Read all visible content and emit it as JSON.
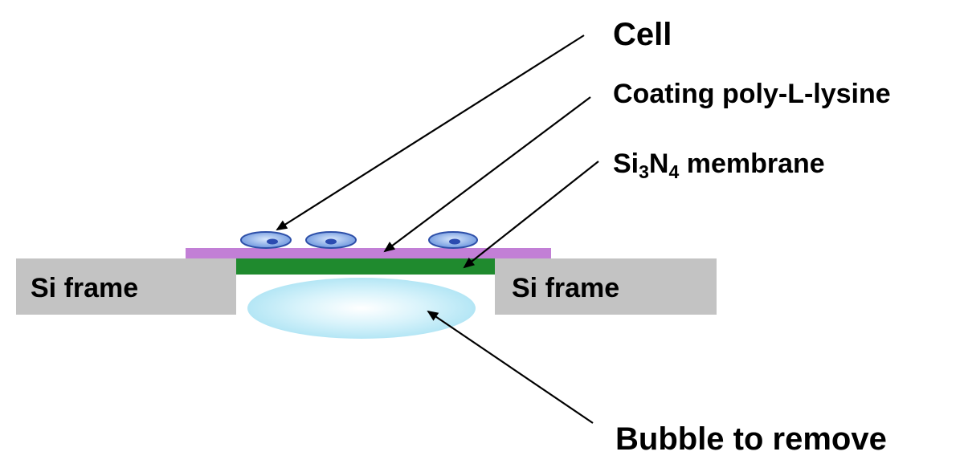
{
  "labels": {
    "cell": "Cell",
    "coating": "Coating poly-L-lysine",
    "membrane_prefix": "Si",
    "membrane_sub1": "3",
    "membrane_mid": "N",
    "membrane_sub2": "4",
    "membrane_suffix": " membrane",
    "bubble": "Bubble to remove",
    "frame_left": "Si frame",
    "frame_right": "Si frame"
  },
  "colors": {
    "frame": "#c3c3c3",
    "coating": "#c27fd6",
    "membrane": "#1f8a2e",
    "cell_fill": "#8fb4ea",
    "cell_stroke": "#2d4fa8",
    "nucleus": "#2b4bb0",
    "bubble": "#bfeaf7"
  }
}
